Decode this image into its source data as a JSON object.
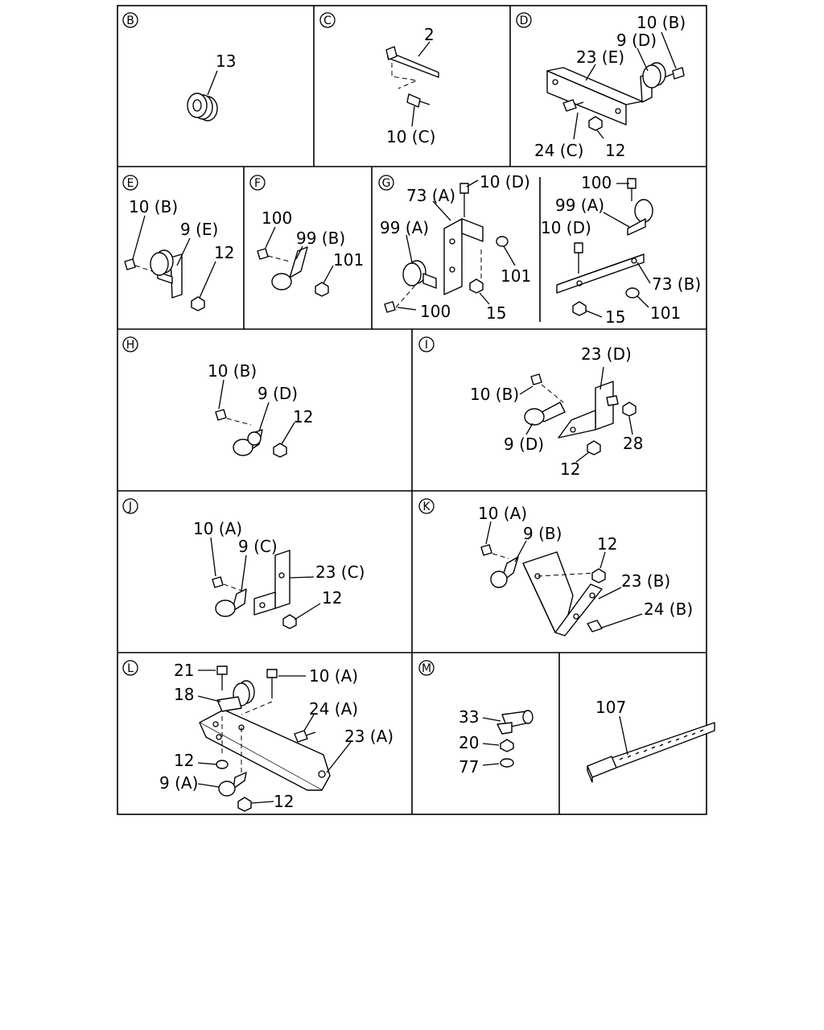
{
  "sections": {
    "B": {
      "letter": "B",
      "labels": [
        "13"
      ]
    },
    "C": {
      "letter": "C",
      "labels": [
        "2",
        "10 (C)"
      ]
    },
    "D": {
      "letter": "D",
      "labels": [
        "10 (B)",
        "9 (D)",
        "23 (E)",
        "24 (C)",
        "12"
      ]
    },
    "E": {
      "letter": "E",
      "labels": [
        "10 (B)",
        "9 (E)",
        "12"
      ]
    },
    "F": {
      "letter": "F",
      "labels": [
        "100",
        "99 (B)",
        "101"
      ]
    },
    "G": {
      "letter": "G",
      "labels": [
        "10 (D)",
        "73 (A)",
        "99 (A)",
        "101",
        "100",
        "15",
        "100",
        "99 (A)",
        "10 (D)",
        "73 (B)",
        "15",
        "101"
      ]
    },
    "H": {
      "letter": "H",
      "labels": [
        "10 (B)",
        "9 (D)",
        "12"
      ]
    },
    "I": {
      "letter": "I",
      "labels": [
        "23 (D)",
        "10 (B)",
        "28",
        "9 (D)",
        "12"
      ]
    },
    "J": {
      "letter": "J",
      "labels": [
        "10 (A)",
        "9 (C)",
        "23 (C)",
        "12"
      ]
    },
    "K": {
      "letter": "K",
      "labels": [
        "10 (A)",
        "9 (B)",
        "12",
        "23 (B)",
        "24 (B)"
      ]
    },
    "L": {
      "letter": "L",
      "labels": [
        "21",
        "10 (A)",
        "18",
        "24 (A)",
        "23 (A)",
        "12",
        "9 (A)",
        "12"
      ]
    },
    "M": {
      "letter": "M",
      "labels": [
        "33",
        "20",
        "77"
      ]
    },
    "N": {
      "labels": [
        "107"
      ]
    }
  }
}
